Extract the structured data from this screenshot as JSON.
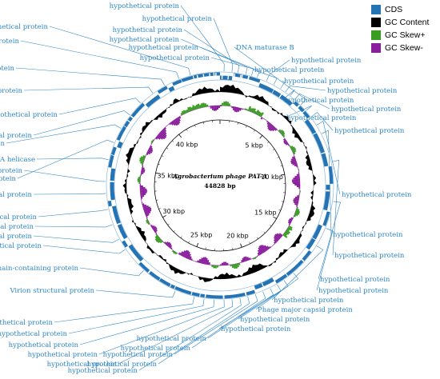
{
  "legend": {
    "items": [
      {
        "label": "CDS",
        "color": "#2474b5"
      },
      {
        "label": "GC Content",
        "color": "#000000"
      },
      {
        "label": "GC Skew+",
        "color": "#3a9d23"
      },
      {
        "label": "GC Skew-",
        "color": "#8a1f9c"
      }
    ]
  },
  "genome": {
    "name": "Agrobacterium phage PAT-A",
    "length_label": "44828 bp",
    "length_bp": 44828,
    "kbp_labels": [
      "5 kbp",
      "10 kbp",
      "15 kbp",
      "20 kbp",
      "25 kbp",
      "30 kbp",
      "35 kbp",
      "40 kbp"
    ]
  },
  "colors": {
    "cds": "#2474b5",
    "label": "#2f86c7",
    "gc_content": "#000000",
    "gc_skew_plus": "#3a9d23",
    "gc_skew_minus": "#8a1f9c"
  },
  "gene_labels": [
    "hypothetical protein",
    "hypothetical protein",
    "hypothetical protein",
    "hypothetical protein",
    "hypothetical protein",
    "hypothetical protein",
    "hypothetical protein",
    "hypothetical protein",
    "hypothetical protein",
    "hypothetical protein",
    "hypothetical protein",
    "hypothetical protein",
    "DNA maturase B",
    "hypothetical protein",
    "hypothetical protein",
    "hypothetical protein",
    "hypothetical protein",
    "hypothetical protein",
    "hypothetical protein",
    "hypothetical protein",
    "hypothetical protein",
    "Phage major capsid protein",
    "hypothetical protein",
    "hypothetical protein",
    "hypothetical protein",
    "hypothetical protein",
    "hypothetical protein",
    "hypothetical protein",
    "hypothetical protein",
    "hypothetical protein",
    "hypothetical protein",
    "hypothetical protein",
    "hypothetical protein",
    "hypothetical protein",
    "Virion structural protein",
    "POLAc domain-containing protein",
    "hypothetical protein",
    "hypothetical protein",
    "hypothetical protein",
    "hypothetical protein",
    "hypothetical protein",
    "hypothetical protein",
    "DNA helicase",
    "hypothetical protein",
    "hypothetical protein",
    "hypothetical protein",
    "hypothetical protein",
    "hypothetical protein",
    "hypothetical protein",
    "hypothetical protein",
    "hypothetical protein"
  ]
}
